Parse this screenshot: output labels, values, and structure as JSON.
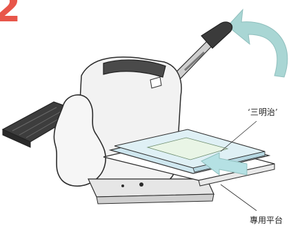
{
  "step": {
    "number": "2"
  },
  "labels": {
    "sandwich": "‘三明治’",
    "platform": "專用平台"
  },
  "colors": {
    "step_number": "#e8564a",
    "arrow": "#a9d6d4",
    "outline": "#2b2b2b",
    "machine_body": "#f2f2f2",
    "machine_dark": "#4a4a4a",
    "plate_blue": "#cde6ef",
    "insert_arrow": "#b5e1e4"
  },
  "icons": {
    "rotate": "curved-arrow-icon",
    "insert": "insert-arrow-icon"
  }
}
